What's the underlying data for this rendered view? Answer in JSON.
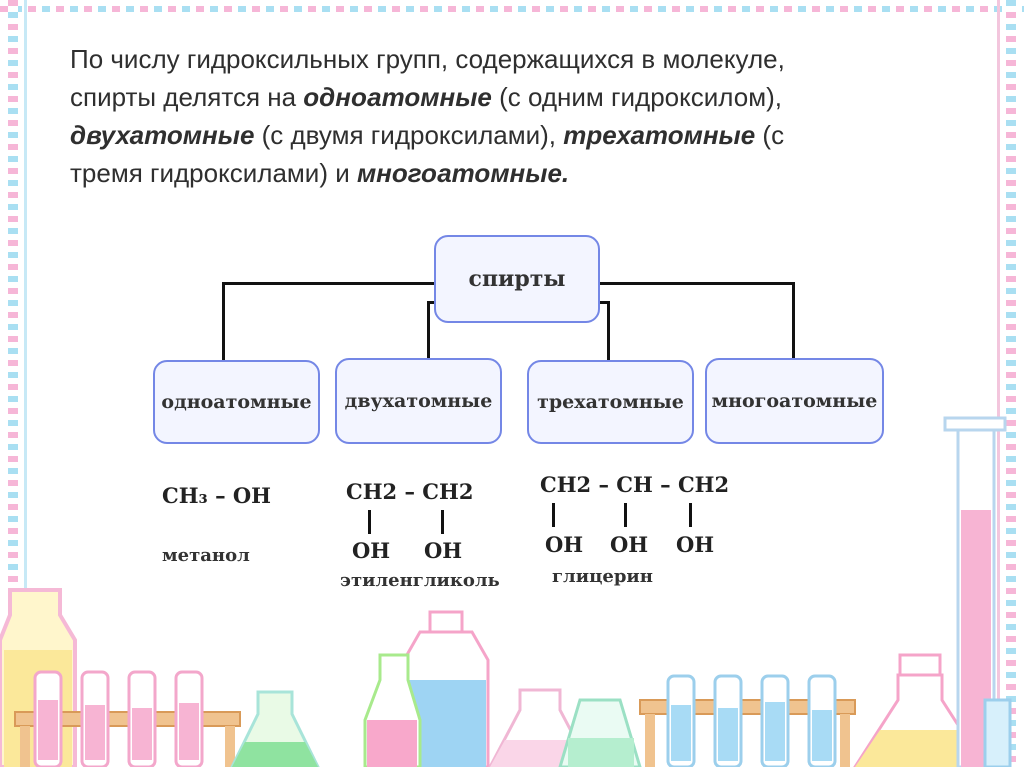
{
  "intro": {
    "line1": "По числу гидроксильных групп, содержащихся в молекуле,",
    "line2_pre": "спирты делятся на ",
    "line2_em": "одноатомные",
    "line2_post": " (с одним гидроксилом),",
    "line3_em1": "двухатомные",
    "line3_mid": " (с двумя гидроксилами), ",
    "line3_em2": "трехатомные",
    "line3_post": " (с",
    "line4_pre": "тремя гидроксилами) и ",
    "line4_em": "многоатомные."
  },
  "diagram": {
    "root": "спирты",
    "children": [
      "одноатомные",
      "двухатомные",
      "трехатомные",
      "многоатомные"
    ]
  },
  "formulas": {
    "methanol": {
      "formula": "CH₃ – OH",
      "name": "метанол"
    },
    "ethylene_glycol": {
      "formula": "CH2 – CH2",
      "oh1": "OH",
      "oh2": "OH",
      "name": "этиленгликоль"
    },
    "glycerol": {
      "formula": "CH2 – CH – CH2",
      "oh1": "OH",
      "oh2": "OH",
      "oh3": "OH",
      "name": "глицерин"
    }
  },
  "colors": {
    "node_border": "#7487e6",
    "node_fill": "#f3f5ff",
    "frame_pink": "#f6b6d7",
    "frame_blue": "#a9dff2"
  },
  "decor_icons": [
    "flask-icon",
    "test-tube-icon",
    "beaker-icon",
    "test-tube-rack-icon"
  ]
}
